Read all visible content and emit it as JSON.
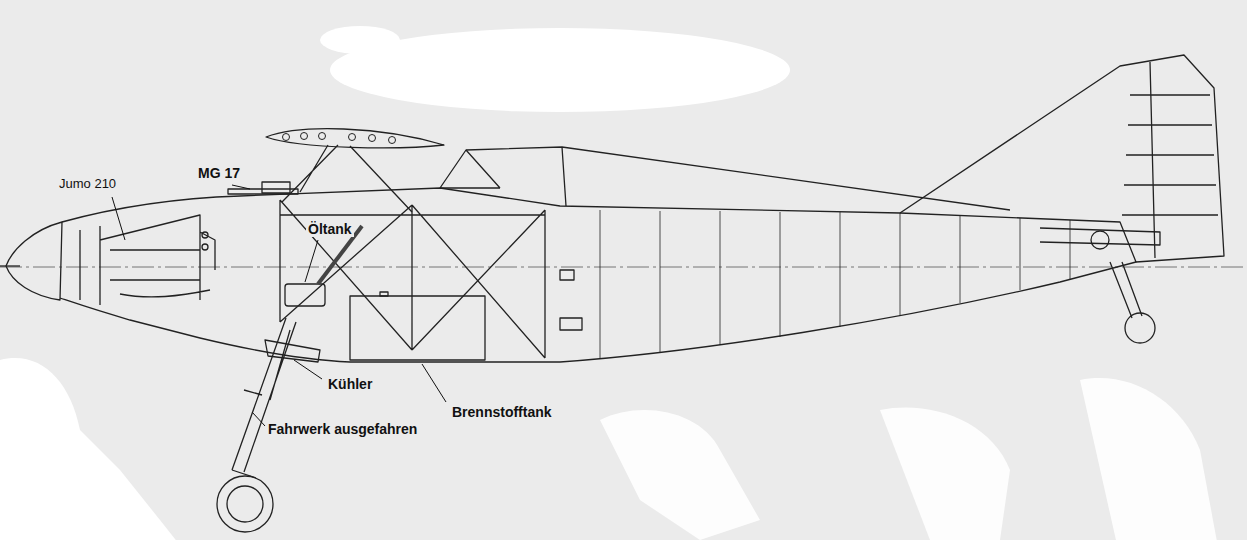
{
  "diagram": {
    "labels": [
      "Jumo 210",
      "MG 17",
      "Öltank",
      "Kühler",
      "Fahrwerk ausgefahren",
      "Brennstofftank"
    ]
  }
}
